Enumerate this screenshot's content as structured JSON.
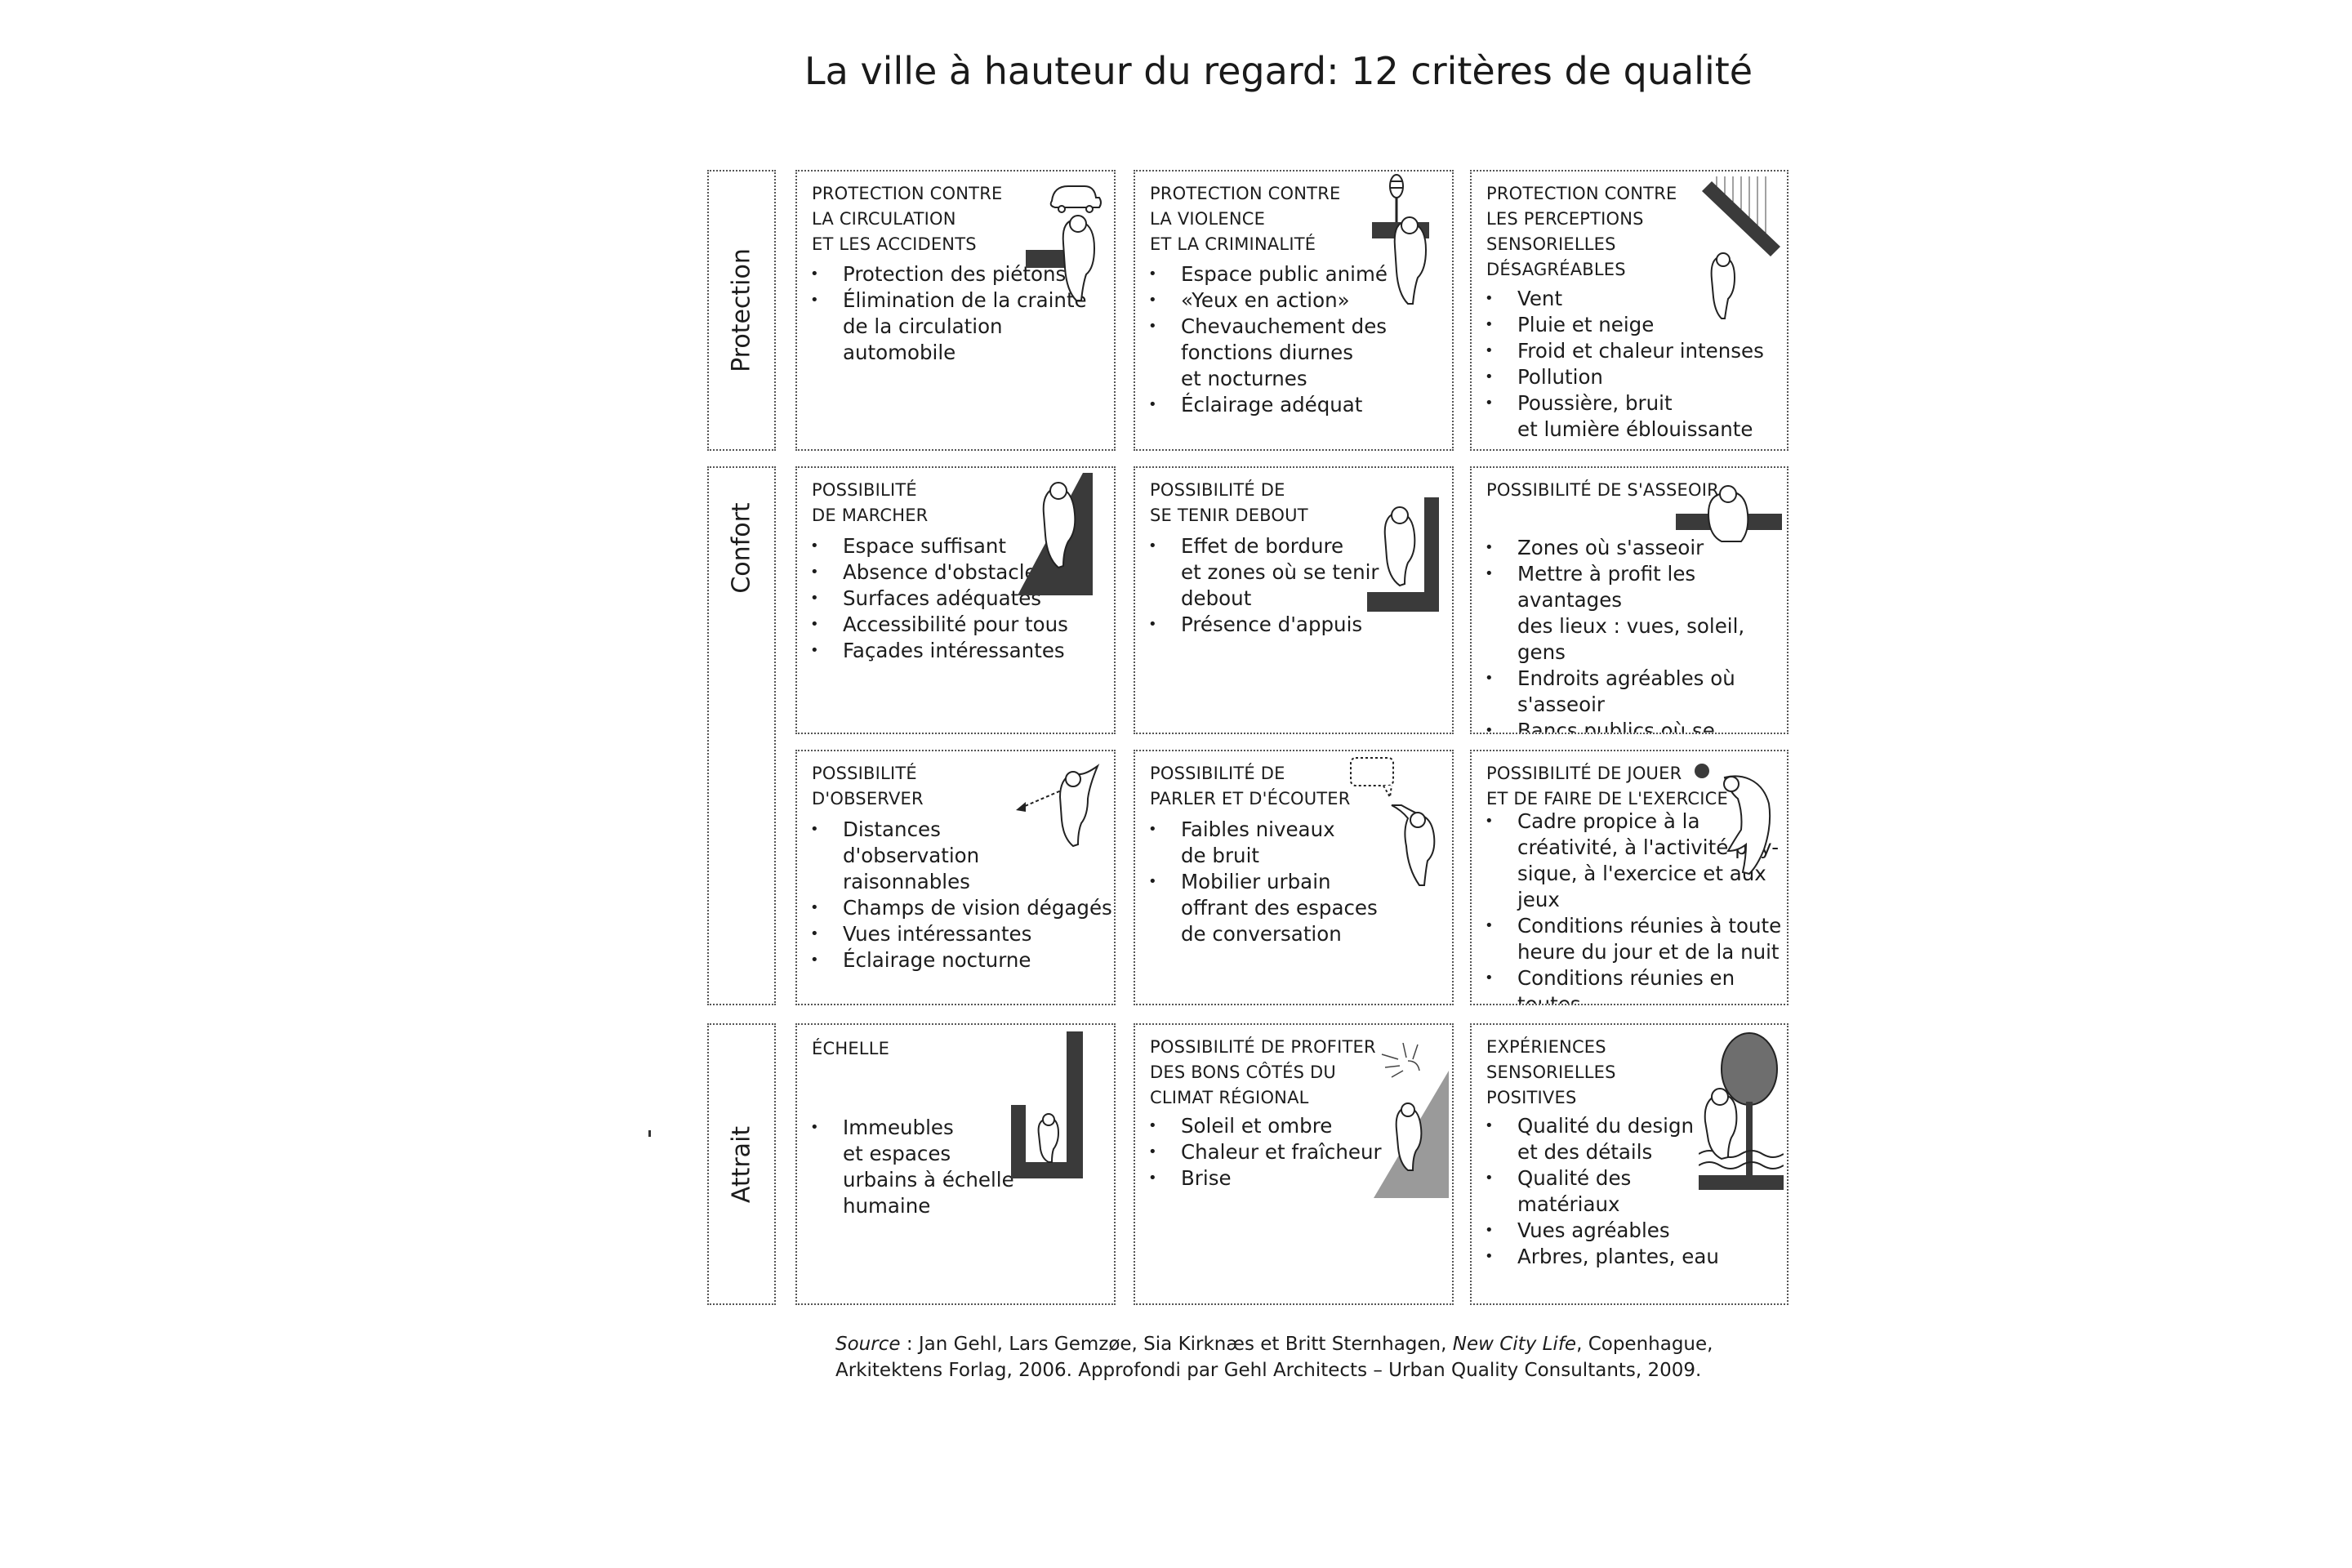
{
  "title": "La ville à hauteur du regard: 12 critères de qualité",
  "sections": {
    "protection": "Protection",
    "confort": "Confort",
    "attrait": "Attrait"
  },
  "cards": [
    {
      "title": "PROTECTION CONTRE\nLA CIRCULATION\nET LES ACCIDENTS",
      "items": [
        "Protection des piétons",
        "Élimination de la crainte\nde la circulation\nautomobile"
      ],
      "icon": "pedestrian-car-icon"
    },
    {
      "title": "PROTECTION CONTRE\nLA VIOLENCE\nET LA CRIMINALITÉ",
      "items": [
        "Espace public animé",
        "«Yeux en action»",
        "Chevauchement des\nfonctions diurnes\net nocturnes",
        "Éclairage adéquat"
      ],
      "icon": "pedestrian-streetlamp-icon"
    },
    {
      "title": "PROTECTION CONTRE\nLES PERCEPTIONS\nSENSORIELLES\nDÉSAGRÉABLES",
      "items": [
        "Vent",
        "Pluie et neige",
        "Froid et chaleur intenses",
        "Pollution",
        "Poussière, bruit\net lumière éblouissante"
      ],
      "icon": "pedestrian-shelter-icon"
    },
    {
      "title": "POSSIBILITÉ\nDE MARCHER",
      "items": [
        "Espace suffisant",
        "Absence d'obstacles",
        "Surfaces adéquates",
        "Accessibilité pour tous",
        "Façades intéressantes"
      ],
      "icon": "walking-person-icon"
    },
    {
      "title": "POSSIBILITÉ DE\nSE TENIR DEBOUT",
      "items": [
        "Effet de bordure\net zones où se tenir\ndebout",
        "Présence d'appuis"
      ],
      "icon": "standing-person-icon"
    },
    {
      "title": "POSSIBILITÉ DE S'ASSEOIR",
      "items": [
        "Zones où s'asseoir",
        "Mettre à profit les avantages\ndes lieux : vues, soleil, gens",
        "Endroits agréables où\ns'asseoir",
        "Bancs publics où se reposer"
      ],
      "icon": "seated-person-icon"
    },
    {
      "title": "POSSIBILITÉ\nD'OBSERVER",
      "items": [
        "Distances\nd'observation\nraisonnables",
        "Champs de vision dégagés",
        "Vues intéressantes",
        "Éclairage nocturne"
      ],
      "icon": "observing-person-icon"
    },
    {
      "title": "POSSIBILITÉ DE\nPARLER ET D'ÉCOUTER",
      "items": [
        "Faibles niveaux\nde bruit",
        "Mobilier urbain\noffrant des espaces\nde conversation"
      ],
      "icon": "talking-person-icon"
    },
    {
      "title": "POSSIBILITÉ DE JOUER\nET DE FAIRE DE L'EXERCICE",
      "items": [
        "Cadre propice à la\ncréativité, à l'activité phy-\nsique, à l'exercice et aux jeux",
        "Conditions réunies à toute\nheure du jour et de la nuit",
        "Conditions réunies en toutes\nsaisons"
      ],
      "icon": "playing-person-icon"
    },
    {
      "title": "ÉCHELLE",
      "items": [
        "Immeubles\net espaces\nurbains à échelle\nhumaine"
      ],
      "icon": "human-scale-icon"
    },
    {
      "title": "POSSIBILITÉ DE PROFITER\nDES BONS CÔTÉS DU\nCLIMAT RÉGIONAL",
      "items": [
        "Soleil et ombre",
        "Chaleur et fraîcheur",
        "Brise"
      ],
      "icon": "sun-shade-icon"
    },
    {
      "title": "EXPÉRIENCES\nSENSORIELLES\nPOSITIVES",
      "items": [
        "Qualité du design\net des détails",
        "Qualité des\nmatériaux",
        "Vues agréables",
        "Arbres, plantes, eau"
      ],
      "icon": "tree-water-icon"
    }
  ],
  "source": {
    "label": "Source",
    "line1_a": " : Jan Gehl, Lars Gemzøe, Sia Kirknæs et Britt Sternhagen, ",
    "book": "New City Life",
    "line1_b": ", Copenhague,",
    "line2": "Arkitektens Forlag, 2006. Approfondi par Gehl Architects – Urban Quality Consultants, 2009."
  }
}
